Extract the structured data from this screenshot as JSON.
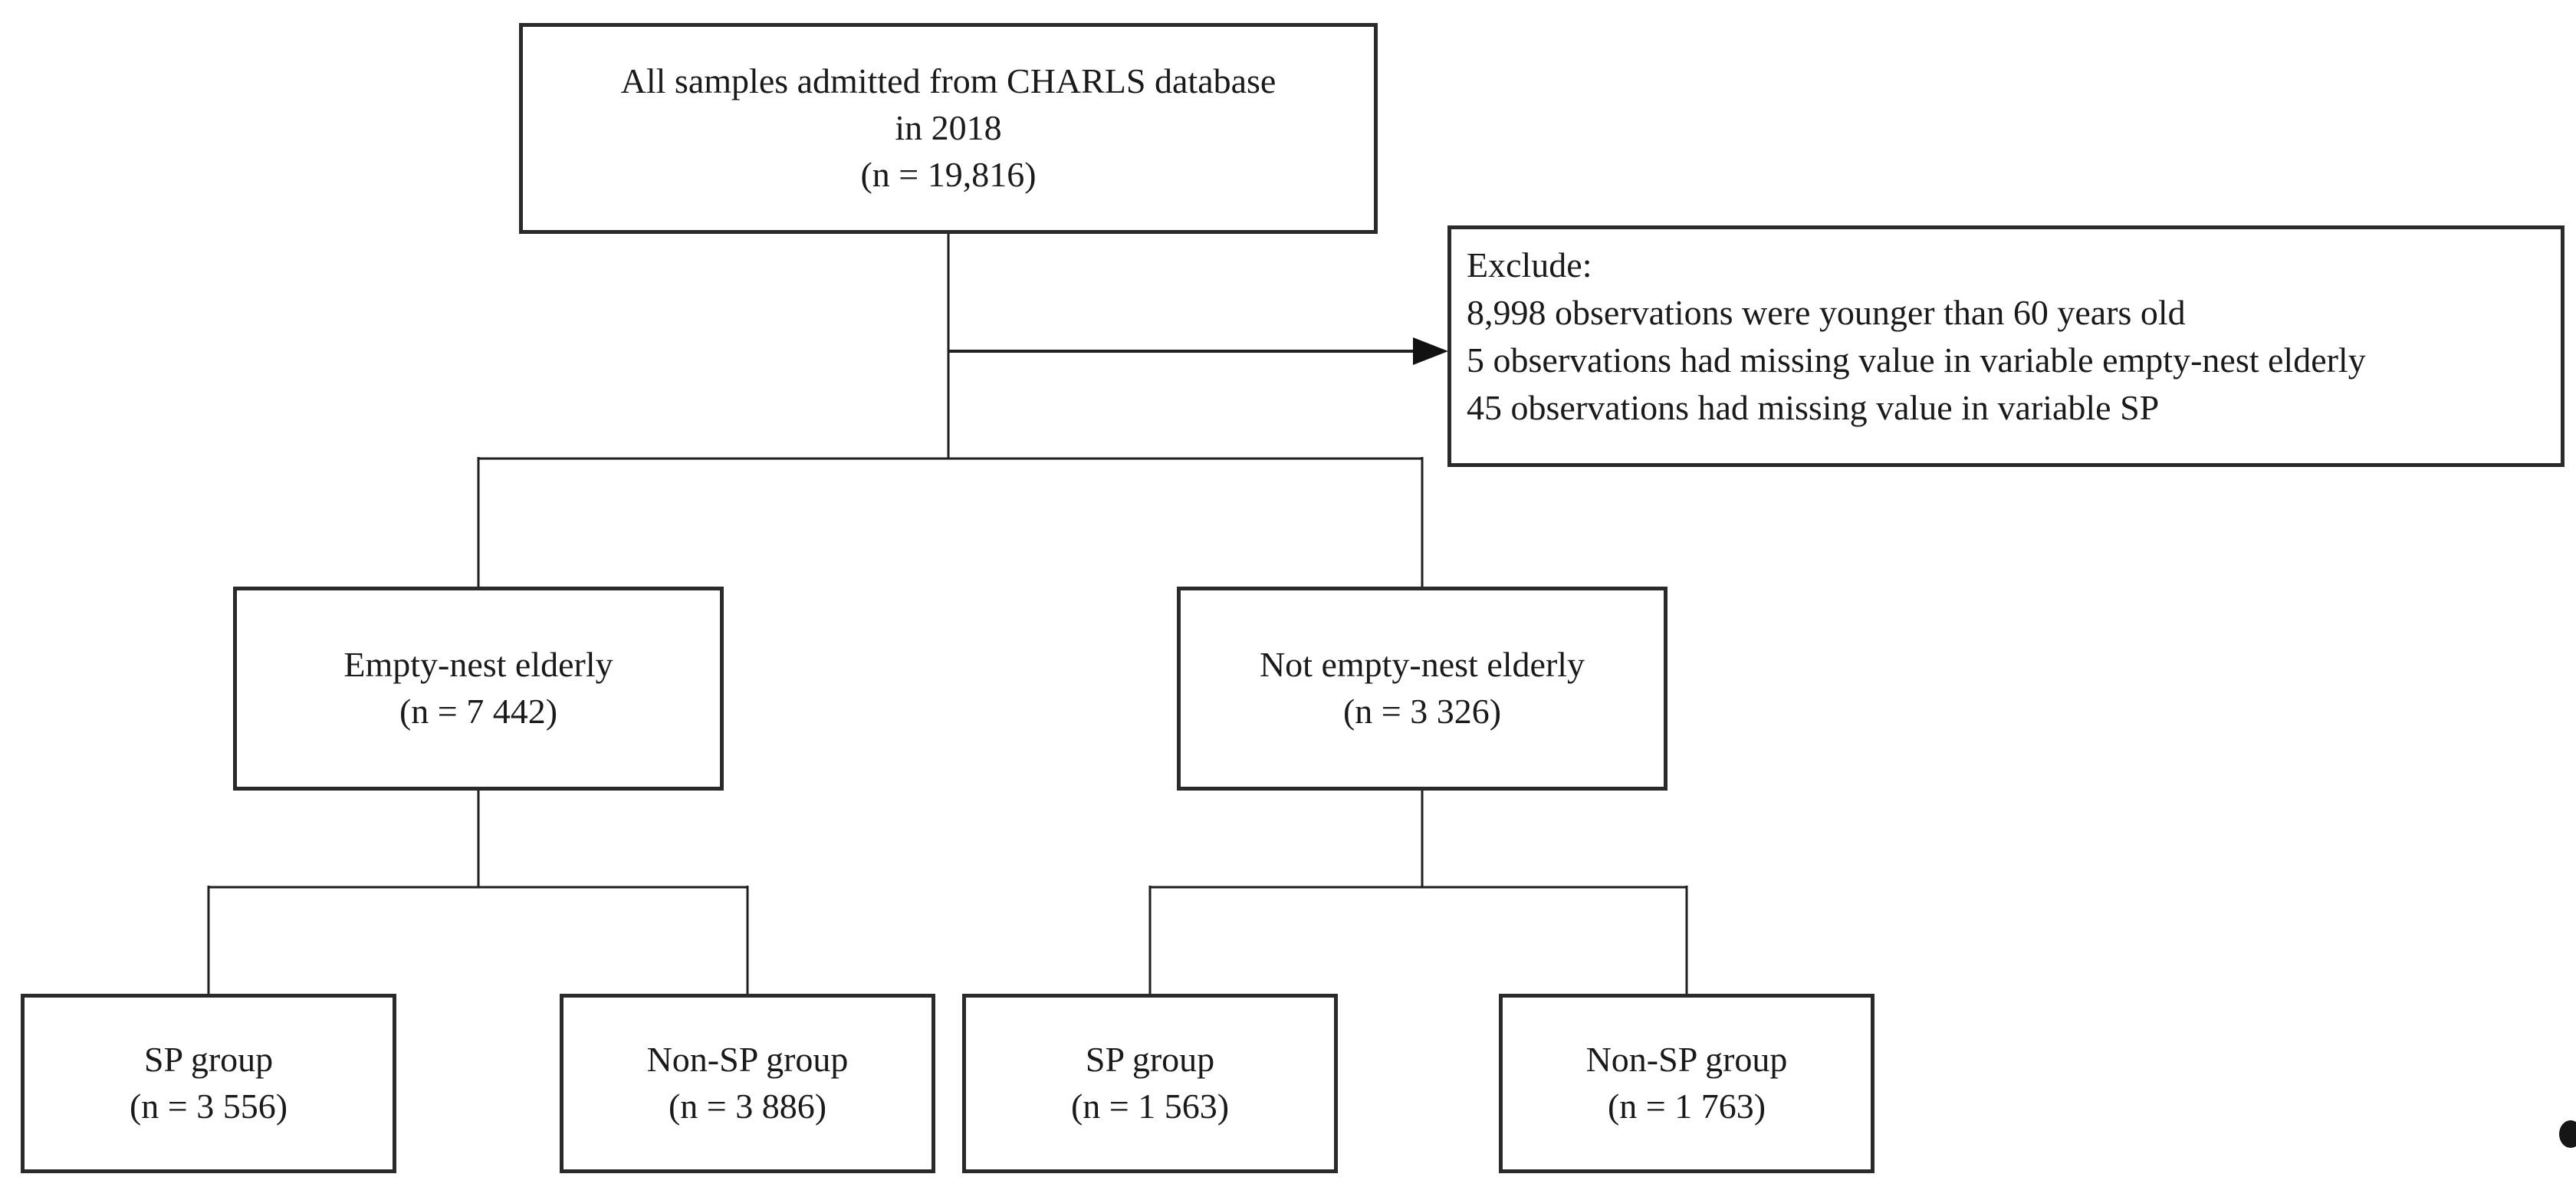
{
  "page": {
    "background": "#ffffff"
  },
  "colors": {
    "line": "#1f1f1f",
    "arrow": "#111111",
    "box_border": "#2a2a2a",
    "box_background": "#ffffff",
    "text": "#1a1a1a"
  },
  "flowchart": {
    "root": {
      "title": "All samples admitted from CHARLS database",
      "subtitle": "in 2018",
      "count": "(n = 19,816)"
    },
    "exclude": {
      "heading": "Exclude:",
      "items": [
        "8,998 observations were younger than 60 years old",
        "5 observations had missing value in variable empty-nest elderly",
        "45 observations had missing value in variable SP"
      ]
    },
    "level2": [
      {
        "label": "Empty-nest elderly",
        "count": "(n = 7 442)"
      },
      {
        "label": "Not empty-nest elderly",
        "count": "(n = 3 326)"
      }
    ],
    "level3": [
      {
        "label": "SP group",
        "count": "(n = 3 556)"
      },
      {
        "label": "Non-SP group",
        "count": "(n = 3 886)"
      },
      {
        "label": "SP group",
        "count": "(n = 1 563)"
      },
      {
        "label": "Non-SP group",
        "count": "(n = 1 763)"
      }
    ]
  }
}
